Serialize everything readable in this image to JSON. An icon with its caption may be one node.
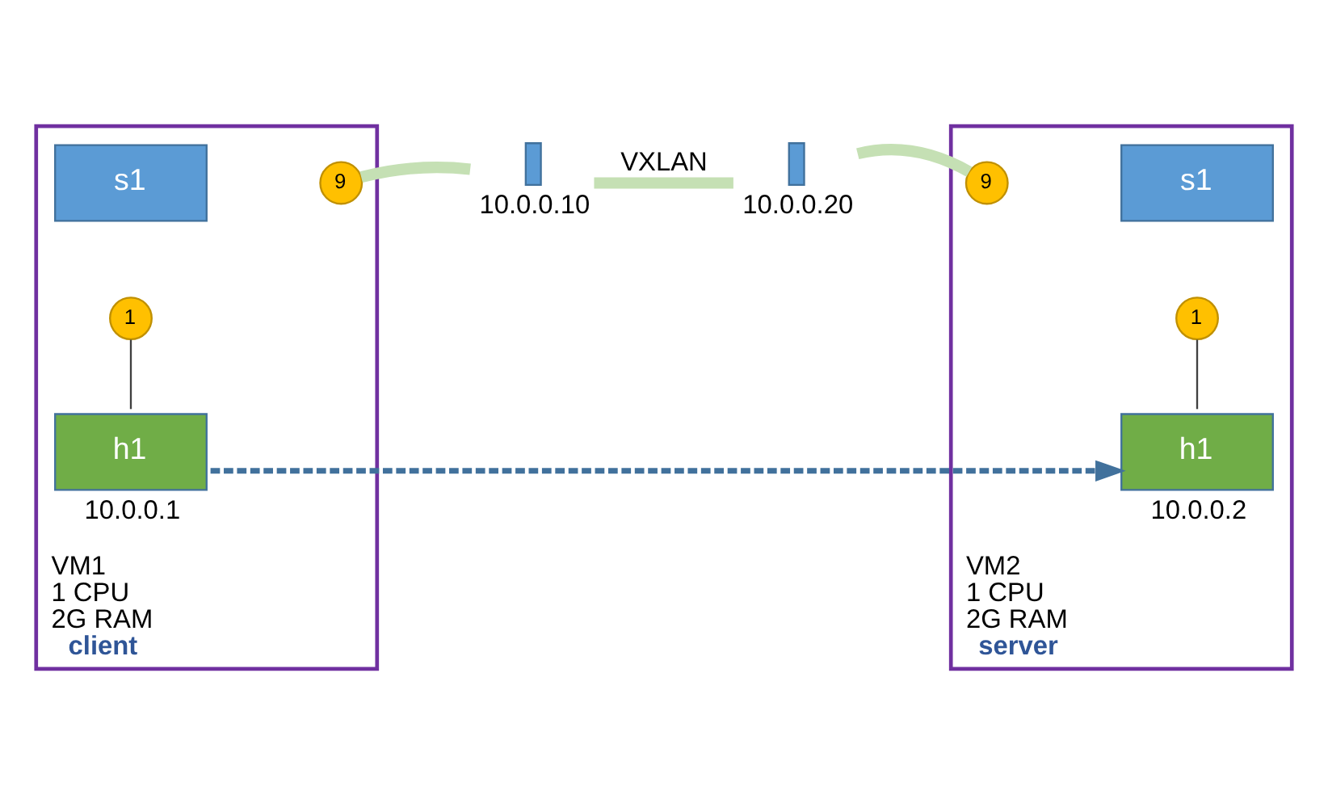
{
  "diagram": {
    "nodes": [
      {
        "text": [
          "VM1",
          "1 CPU",
          "2G RAM",
          "client"
        ]
      },
      {
        "text": [
          "s1"
        ],
        "in": 0
      },
      {
        "text": [
          "9"
        ],
        "in": 0
      },
      {
        "text": [
          "1"
        ],
        "in": 0
      },
      {
        "text": [
          "h1"
        ],
        "in": 0,
        "beside": [
          "10.0.0.1"
        ]
      },
      {
        "text": [],
        "shape": "box",
        "beside": [
          "10.0.0.10"
        ]
      },
      {
        "text": [
          "VM2",
          "1 CPU",
          "2G RAM",
          "server"
        ]
      },
      {
        "text": [
          "s1"
        ],
        "in": 6
      },
      {
        "text": [
          "9"
        ],
        "in": 6
      },
      {
        "text": [
          "1"
        ],
        "in": 6
      },
      {
        "text": [
          "h1"
        ],
        "in": 6,
        "beside": [
          "10.0.0.2"
        ]
      },
      {
        "text": [],
        "shape": "box",
        "beside": [
          "10.0.0.20"
        ]
      }
    ],
    "edges": [
      {
        "from": 3,
        "to": 4,
        "arrow": "none",
        "color": "#404040"
      },
      {
        "from": 2,
        "to": 5,
        "arrow": "none",
        "style": "thick",
        "color": "#c5e0b4"
      },
      {
        "from": 5,
        "to": 11,
        "arrow": "none",
        "style": "thick",
        "color": "#c5e0b4",
        "label": "VXLAN"
      },
      {
        "from": 11,
        "to": 8,
        "arrow": "none",
        "style": "thick",
        "color": "#c5e0b4"
      },
      {
        "from": 9,
        "to": 10,
        "arrow": "none",
        "color": "#404040"
      },
      {
        "from": 4,
        "to": 10,
        "arrow": "to",
        "style": "dashed",
        "color": "#41719c"
      }
    ]
  }
}
